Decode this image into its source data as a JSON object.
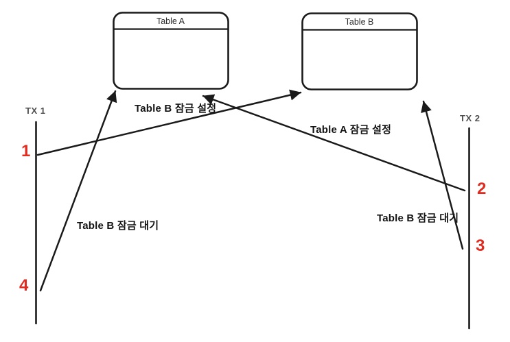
{
  "diagram_title": "deadlock-between-two-transactions",
  "colors": {
    "line": "#1a1a1a",
    "accent_red": "#e02b20",
    "tx_label_gray": "#4f4f4f",
    "label_text": "#141414",
    "background": "#ffffff"
  },
  "tables": [
    {
      "title": "Table A"
    },
    {
      "title": "Table B"
    }
  ],
  "transactions": [
    {
      "label": "TX 1"
    },
    {
      "label": "TX 2"
    }
  ],
  "steps": [
    {
      "number": "1"
    },
    {
      "number": "2"
    },
    {
      "number": "3"
    },
    {
      "number": "4"
    }
  ],
  "arrows": [
    {
      "label": "Table B 잠금 설정",
      "from": "TX 1 step 1",
      "to": "Table B"
    },
    {
      "label": "Table A 잠금 설정",
      "from": "TX 2 step 2",
      "to": "Table A"
    },
    {
      "label": "Table B 잠금 대기",
      "from": "TX 2 step 3",
      "to": "Table B"
    },
    {
      "label": "Table B 잠금 대기",
      "from": "TX 1 step 4",
      "to": "Table A"
    }
  ]
}
